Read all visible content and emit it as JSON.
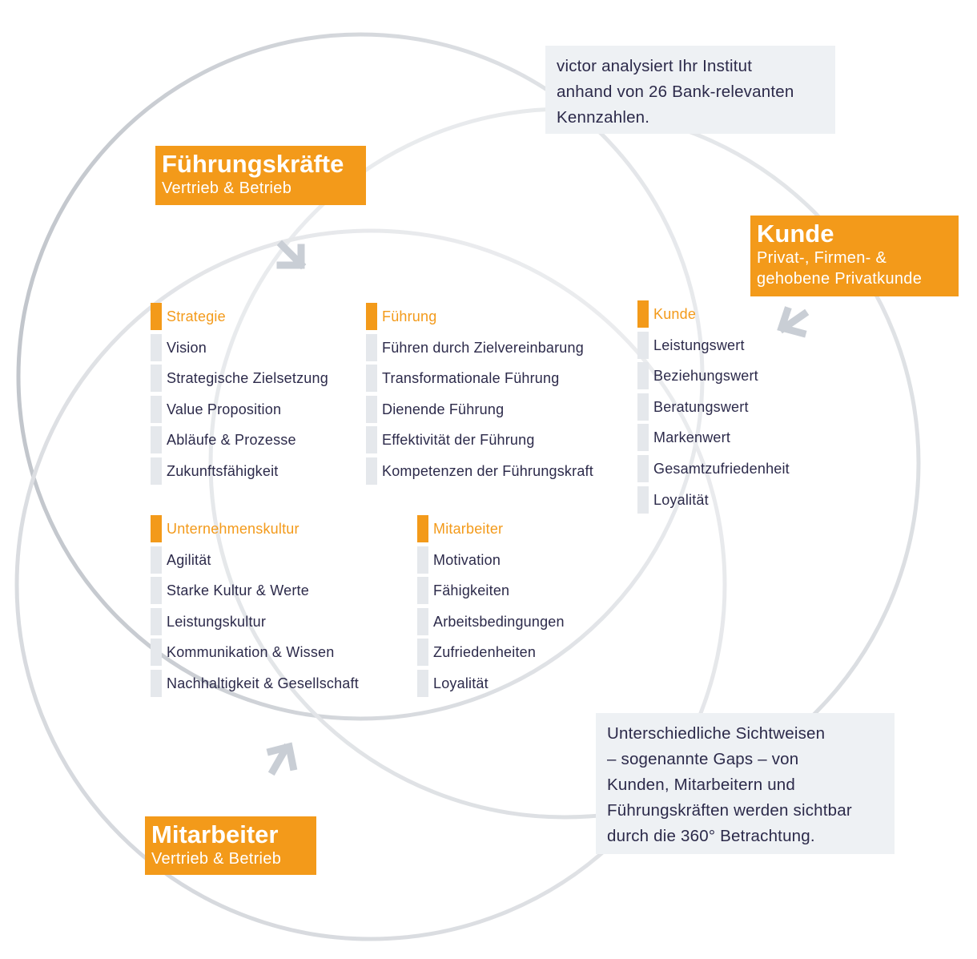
{
  "stakeholders": {
    "fuehrung": {
      "title": "Führungskräfte",
      "subtitle": "Vertrieb & Betrieb"
    },
    "kunde": {
      "title": "Kunde",
      "subtitle_line1": "Privat-, Firmen- &",
      "subtitle_line2": "gehobene Privatkunde"
    },
    "mitarbeiter": {
      "title": "Mitarbeiter",
      "subtitle": "Vertrieb & Betrieb"
    }
  },
  "notes": {
    "top": [
      "victor analysiert Ihr Institut",
      "anhand von 26 Bank-relevanten",
      "Kennzahlen."
    ],
    "bottom": [
      "Unterschiedliche Sichtweisen",
      "– sogenannte Gaps – von",
      "Kunden, Mitarbeitern und",
      "Führungskräften werden sichtbar",
      "durch die 360° Betrachtung."
    ]
  },
  "groups": {
    "strategie": {
      "title": "Strategie",
      "items": [
        "Vision",
        "Strategische Zielsetzung",
        "Value Proposition",
        "Abläufe & Prozesse",
        "Zukunftsfähigkeit"
      ]
    },
    "fuehrung": {
      "title": "Führung",
      "items": [
        "Führen durch Zielvereinbarung",
        "Transformationale Führung",
        "Dienende Führung",
        "Effektivität der Führung",
        "Kompetenzen der Führungskraft"
      ]
    },
    "kunde": {
      "title": "Kunde",
      "items": [
        "Leistungswert",
        "Beziehungswert",
        "Beratungswert",
        "Markenwert",
        "Gesamtzufriedenheit",
        "Loyalität"
      ]
    },
    "kultur": {
      "title": "Unternehmenskultur",
      "items": [
        "Agilität",
        "Starke Kultur & Werte",
        "Leistungskultur",
        "Kommunikation & Wissen",
        "Nachhaltigkeit & Gesellschaft"
      ]
    },
    "mitarbeiter": {
      "title": "Mitarbeiter",
      "items": [
        "Motivation",
        "Fähigkeiten",
        "Arbeitsbedingungen",
        "Zufriedenheiten",
        "Loyalität"
      ]
    }
  },
  "colors": {
    "accent": "#f39a1a",
    "note_bg": "#eef1f4",
    "text": "#2c2a4a",
    "ring_dark": "#c4c8ce",
    "ring_light": "#ecedef"
  },
  "icons": {
    "arrow_top": "arrow-down-right-icon",
    "arrow_right": "arrow-down-left-icon",
    "arrow_bottom": "arrow-up-right-icon"
  }
}
